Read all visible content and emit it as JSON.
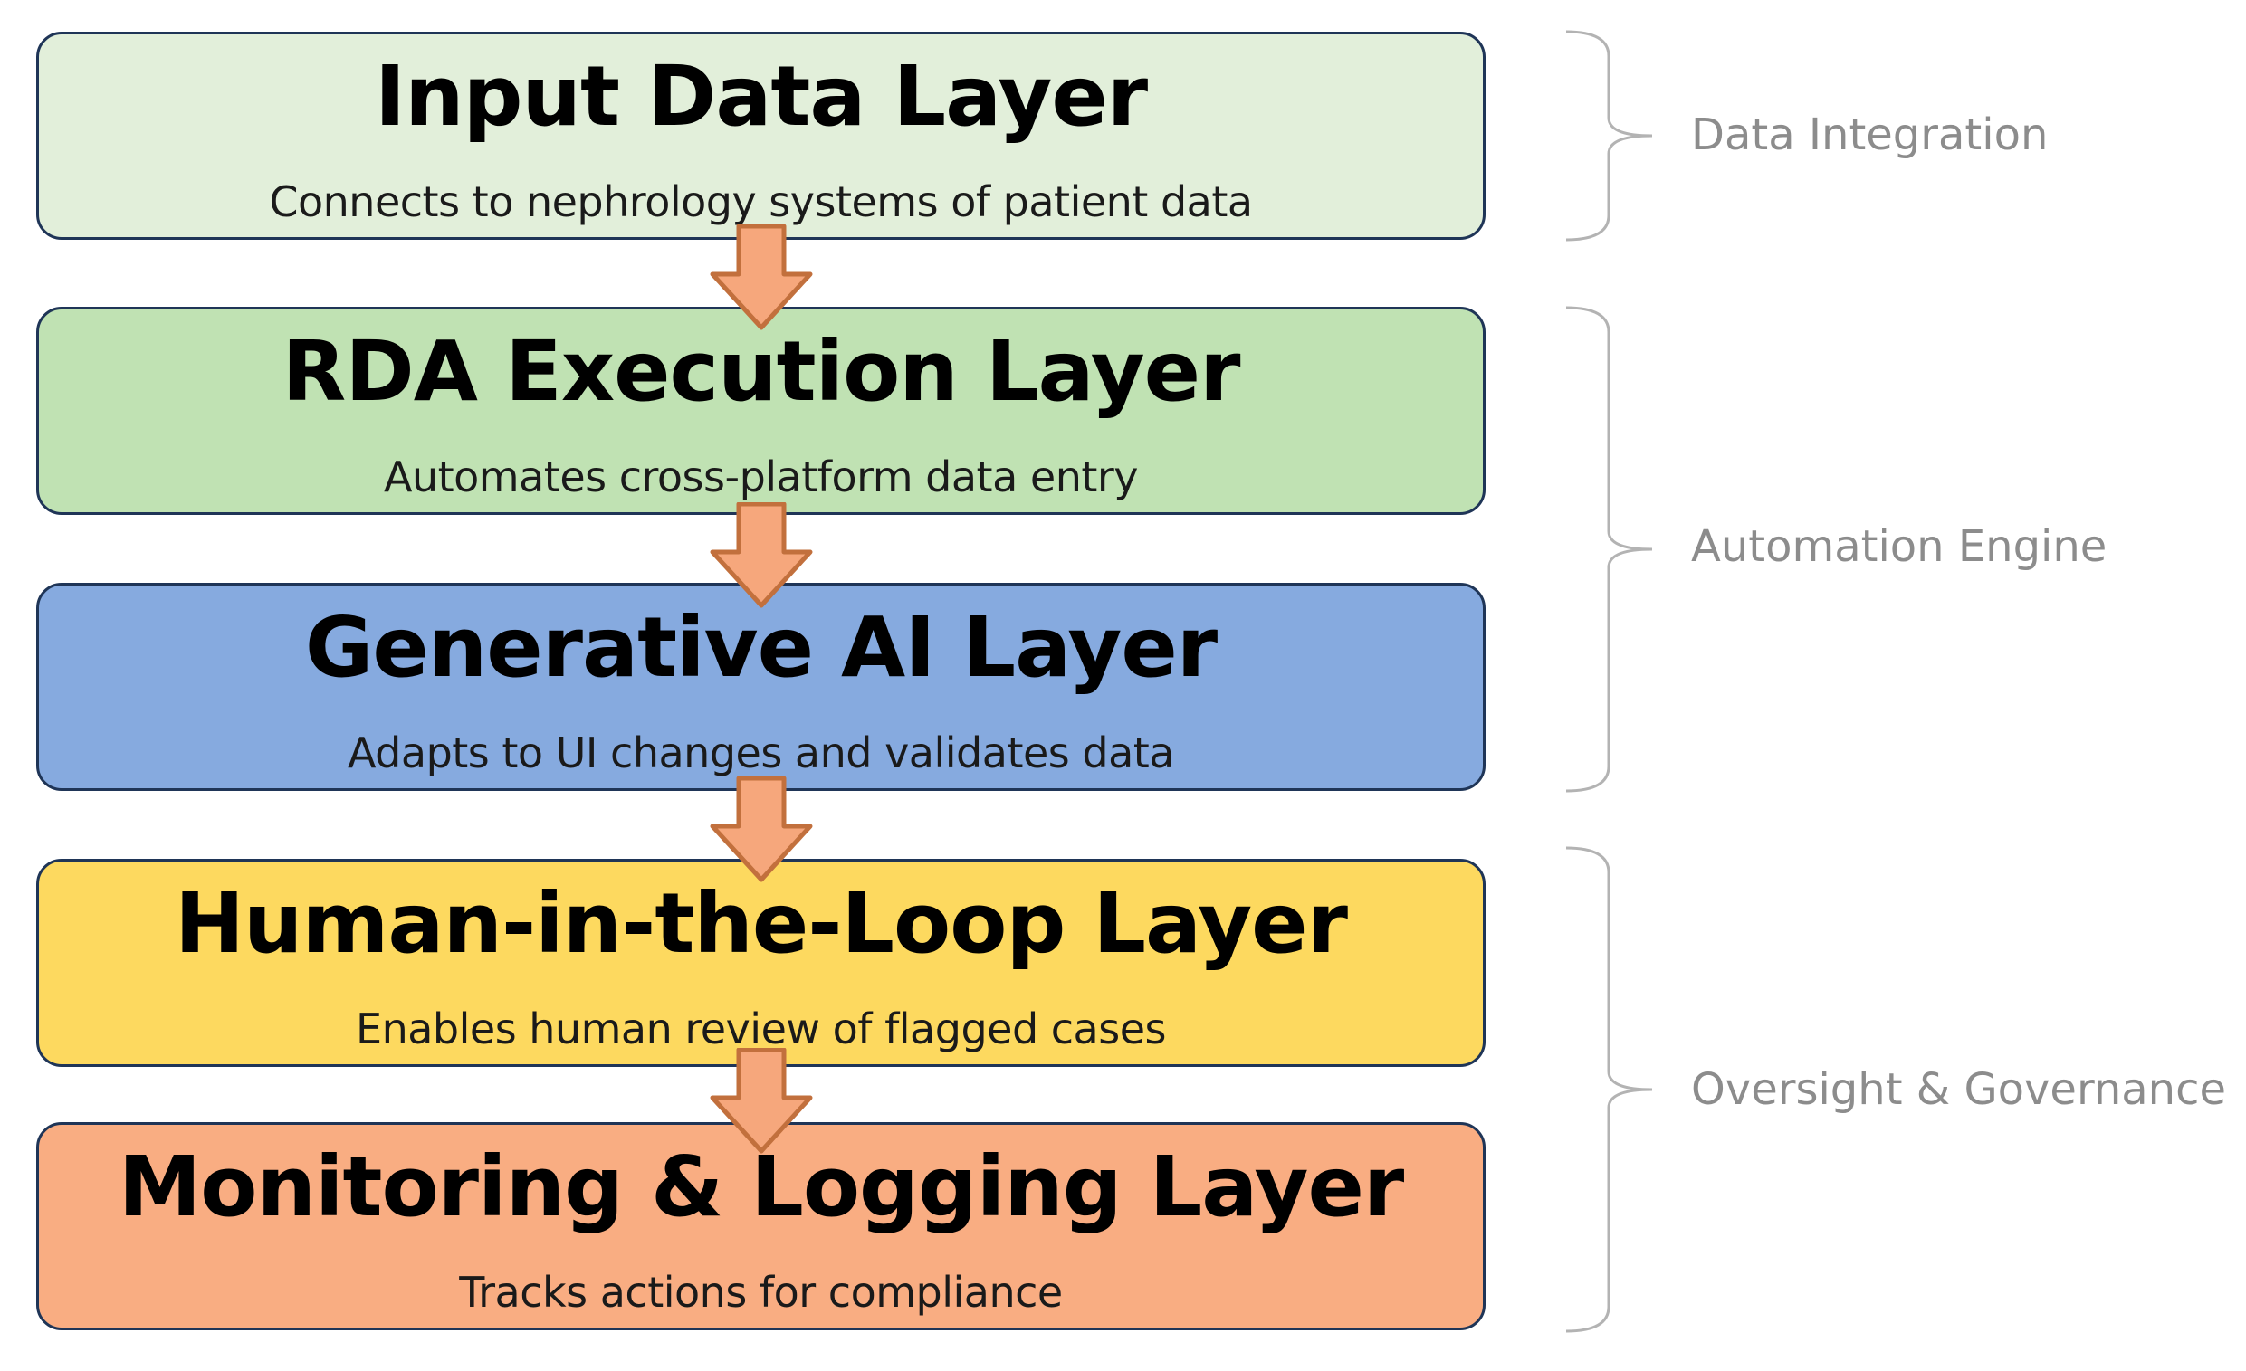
{
  "layers": [
    {
      "title": "Input Data Layer",
      "subtitle": "Connects to nephrology systems of patient data",
      "fill": "#e2efda"
    },
    {
      "title": "RDA Execution Layer",
      "subtitle": "Automates cross-platform data entry",
      "fill": "#c0e2b3"
    },
    {
      "title": "Generative AI Layer",
      "subtitle": "Adapts to UI changes and validates data",
      "fill": "#86aadf"
    },
    {
      "title": "Human-in-the-Loop Layer",
      "subtitle": "Enables human review of flagged cases",
      "fill": "#fdd95f"
    },
    {
      "title": "Monitoring & Logging Layer",
      "subtitle": "Tracks actions for compliance",
      "fill": "#f9ad82"
    }
  ],
  "groups": [
    {
      "label": "Data Integration"
    },
    {
      "label": "Automation Engine"
    },
    {
      "label": "Oversight & Governance"
    }
  ],
  "colors": {
    "box_border": "#1f3557",
    "arrow_fill": "#f6a77c",
    "arrow_stroke": "#c2703d",
    "brace_stroke": "#b3b3b3",
    "group_label": "#8c8c8c"
  }
}
